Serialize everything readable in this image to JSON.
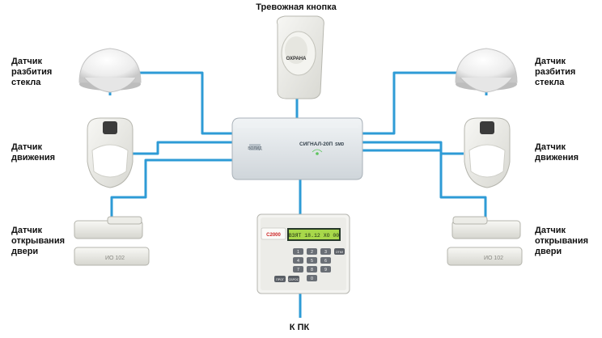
{
  "labels": {
    "panic_button": "Тревожная кнопка",
    "glass_left": "Датчик\nразбития\nстекла",
    "glass_right": "Датчик\nразбития\nстекла",
    "motion_left": "Датчик\nдвижения",
    "motion_right": "Датчик\nдвижения",
    "door_left": "Датчик\nоткрывания\nдвери",
    "door_right": "Датчик\nоткрывания\nдвери",
    "pc": "К ПК"
  },
  "device_text": {
    "panic_logo": "ОХРАНА",
    "panel_brand": "СИГНАЛ-20П",
    "panel_suffix": "SMD",
    "panel_logo": "БОЛИД",
    "keypad_logo": "С2000",
    "keypad_display": "ВЗЯТ 18.12 ХО 00",
    "keypad_keys": [
      "1",
      "2",
      "3",
      "4",
      "5",
      "6",
      "7",
      "8",
      "9",
      "0",
      "ПРОГ",
      "СБРОС",
      "ОТКЛ"
    ],
    "door_mark": "ИО 102"
  },
  "colors": {
    "wire": "#2e9bd6",
    "device": "#eeeeea",
    "panel": "#dfe4e8",
    "display": "#a8d84a",
    "accent": "#cc2222"
  }
}
